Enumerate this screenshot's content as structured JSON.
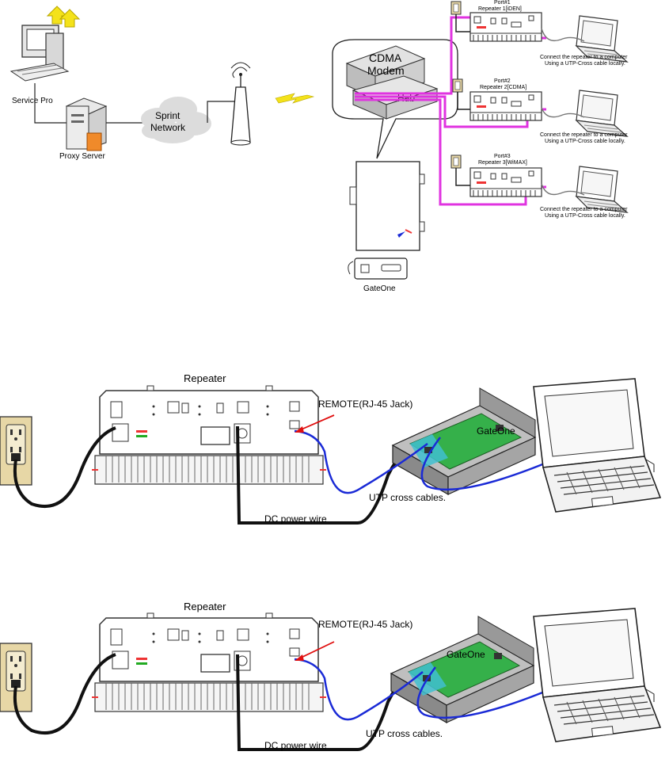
{
  "top_diagram": {
    "service_pro_label": "Service Pro",
    "proxy_server_label": "Proxy Server",
    "network_label_line1": "Sprint",
    "network_label_line2": "Network",
    "modem_line1": "CDMA",
    "modem_line2": "Modem",
    "hub_label": "Hub",
    "gateone_label": "GateOne",
    "ports": [
      {
        "port": "Port#1",
        "repeater": "Repeater 1[iDEN]"
      },
      {
        "port": "Port#2",
        "repeater": "Repeater 2[CDMA]"
      },
      {
        "port": "Port#3",
        "repeater": "Repeater 3[WiMAX]"
      }
    ],
    "connect_line1": "Connect the repeater to a computer",
    "connect_line2": "Using a UTP-Cross  cable locally."
  },
  "wiring_diagrams": [
    {
      "repeater_label": "Repeater",
      "remote_label": "REMOTE(RJ-45 Jack)",
      "gateone_label": "GateOne",
      "utp_label": "UTP cross cables.",
      "dc_label": "DC power wire"
    },
    {
      "repeater_label": "Repeater",
      "remote_label": "REMOTE(RJ-45 Jack)",
      "gateone_label": "GateOne",
      "utp_label": "UTP cross cables.",
      "dc_label": "DC power wire"
    }
  ],
  "colors": {
    "utp_cable": "#1a2ad6",
    "link_magenta": "#e033e0",
    "pointer_red": "#e01010",
    "gateone_board": "#35b04a",
    "cloud": "#dcdcdc",
    "lightning": "#f4e21a",
    "arrow_yellow": "#f4e21a"
  }
}
